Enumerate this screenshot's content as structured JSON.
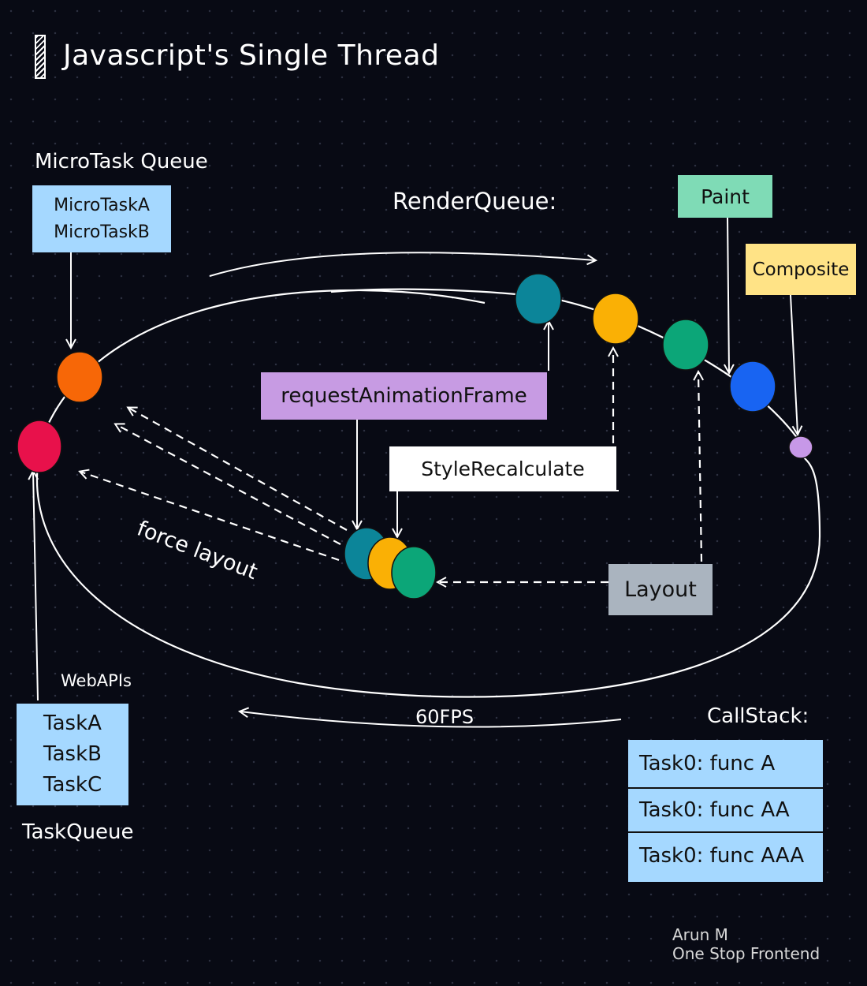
{
  "title": "Javascript's Single Thread",
  "microtask_queue": {
    "label": "MicroTask Queue",
    "items": [
      "MicroTaskA",
      "MicroTaskB"
    ],
    "color": "#a5d8ff"
  },
  "render_queue": {
    "label": "RenderQueue:"
  },
  "paint": {
    "label": "Paint",
    "color": "#7fdbb6"
  },
  "composite": {
    "label": "Composite",
    "color": "#ffe386"
  },
  "request_animation_frame": {
    "label": "requestAnimationFrame",
    "color": "#c79be3"
  },
  "style_recalculate": {
    "label": "StyleRecalculate",
    "color": "#ffffff"
  },
  "layout": {
    "label": "Layout",
    "color": "#aab4bf"
  },
  "force_layout": {
    "label": "force layout"
  },
  "web_apis": {
    "label": "WebAPIs"
  },
  "task_queue": {
    "label": "TaskQueue",
    "items": [
      "TaskA",
      "TaskB",
      "TaskC"
    ],
    "color": "#a5d8ff"
  },
  "fps": {
    "label": "60FPS"
  },
  "call_stack": {
    "label": "CallStack:",
    "items": [
      "Task0: func A",
      "Task0: func AA",
      "Task0: func AAA"
    ],
    "color": "#a5d8ff"
  },
  "credit": {
    "name": "Arun M",
    "org": "One Stop Frontend"
  },
  "node_colors": {
    "task": "#e8114b",
    "microtask": "#f76707",
    "raf": "#0c8599",
    "style": "#fab005",
    "layout": "#0ca678",
    "paint": "#1864f2",
    "composite": "#c798e8"
  }
}
